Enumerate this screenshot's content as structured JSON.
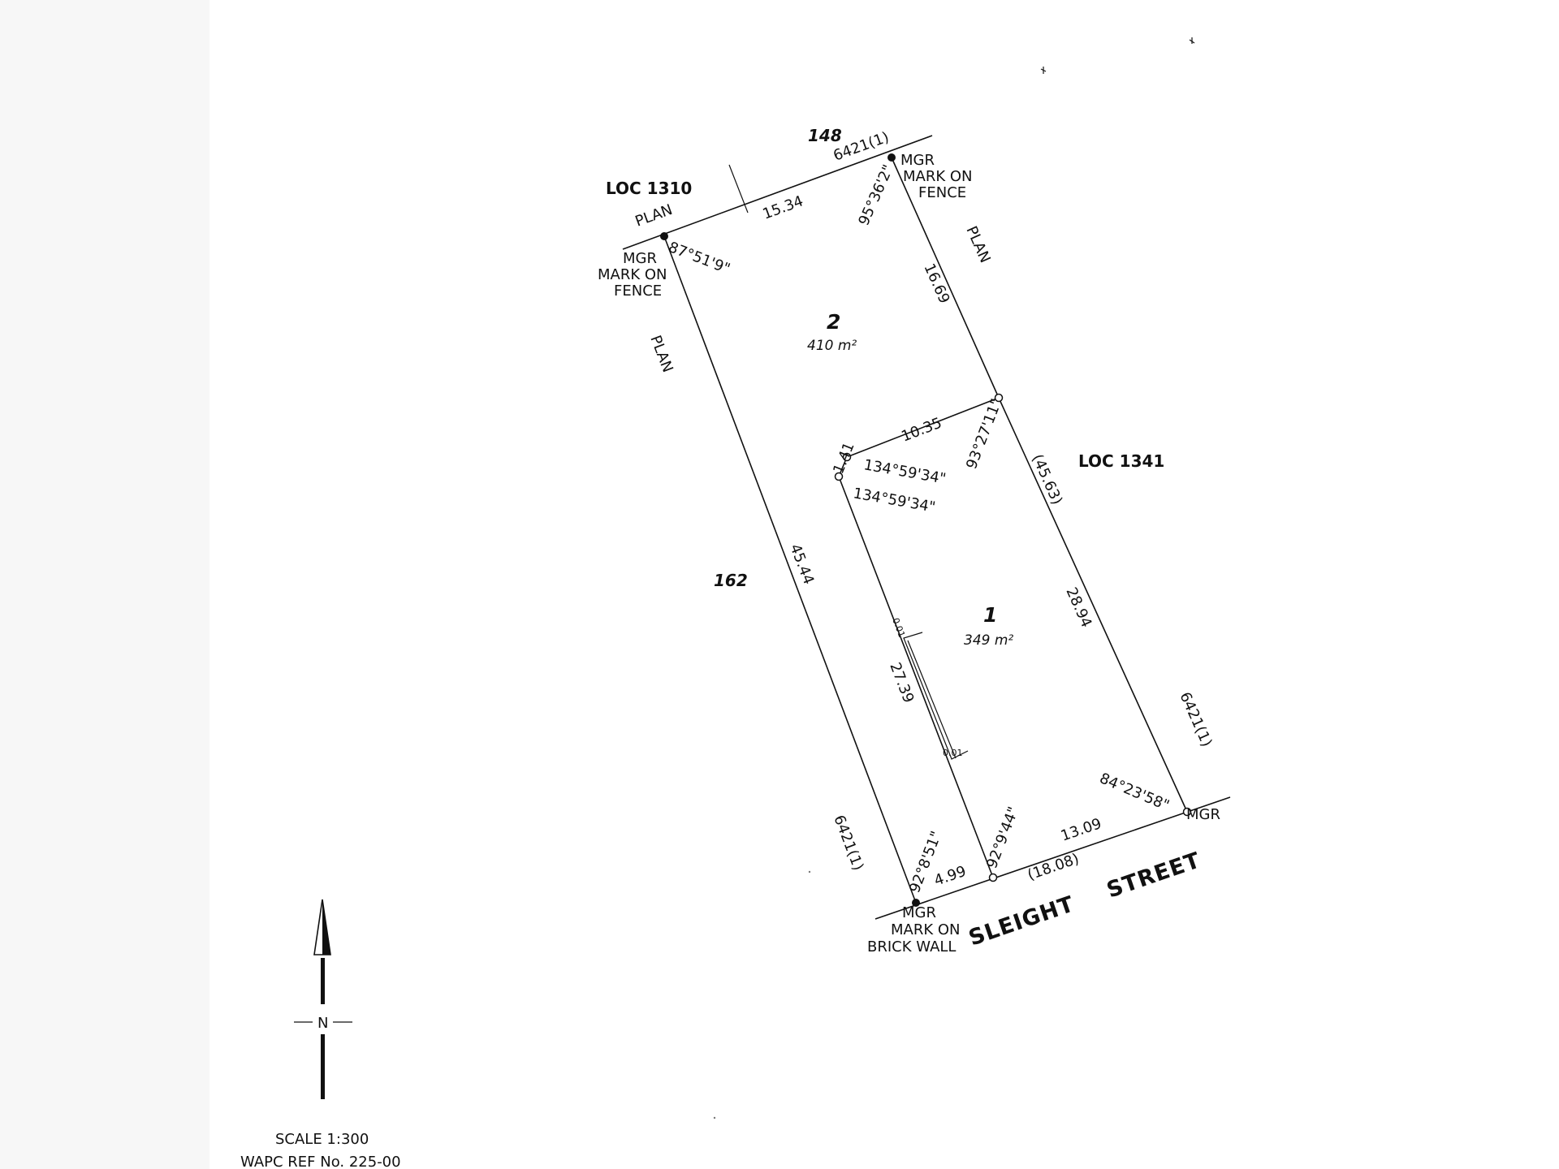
{
  "labels": {
    "loc_1310": "LOC 1310",
    "loc_1341": "LOC 1341",
    "lot_148": "148",
    "lot_162": "162",
    "plan_top_left": "PLAN",
    "plan_left": "PLAN",
    "plan_right": "PLAN",
    "ref_top": "6421(1)",
    "ref_left": "6421(1)",
    "ref_right": "6421(1)",
    "street_word1": "SLEIGHT",
    "street_word2": "STREET"
  },
  "lots": [
    {
      "number": "2",
      "area": "410 m²"
    },
    {
      "number": "1",
      "area": "349 m²"
    }
  ],
  "dimensions": {
    "top": "15.34",
    "right_upper": "16.69",
    "right_total": "(45.63)",
    "right_lower": "28.94",
    "left": "45.44",
    "internal_top": "10.35",
    "internal_short": "1.41",
    "internal_long": "27.39",
    "offset_top": "0.01",
    "offset_bottom": "0.01",
    "front_left": "4.99",
    "front_right": "13.09",
    "front_total": "(18.08)"
  },
  "angles": {
    "top_right": "95°36'2\"",
    "top_left": "87°51'9\"",
    "internal_right": "93°27'11\"",
    "internal_1": "134°59'34\"",
    "internal_2": "134°59'34\"",
    "bottom_right": "84°23'58\"",
    "bottom_mid": "92°9'44\"",
    "bottom_left": "92°8'51\""
  },
  "marks": {
    "top_right": [
      "MGR",
      "MARK ON",
      "FENCE"
    ],
    "top_left": [
      "MGR",
      "MARK ON",
      "FENCE"
    ],
    "bottom_left": [
      "MGR",
      "MARK ON",
      "BRICK WALL"
    ],
    "bottom_right": "MGR"
  },
  "north": {
    "label": "N"
  },
  "footer": {
    "scale": "SCALE 1:300",
    "wapc_ref": "WAPC REF No. 225-00"
  }
}
